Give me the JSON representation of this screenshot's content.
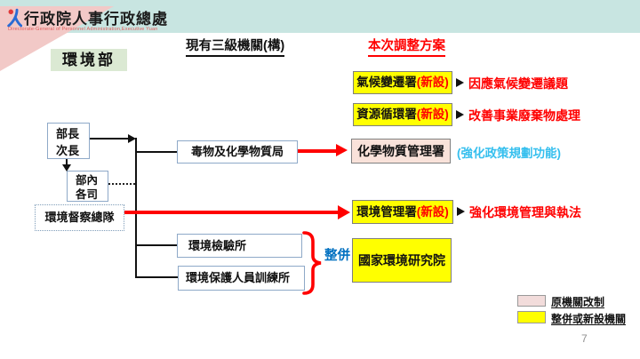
{
  "header": {
    "logo_title": "行政院人事行政總處",
    "logo_subtitle": "Directorate-General of Personnel Administration,Executive Yuan",
    "ministry_label": "環境部",
    "col_existing": "現有三級機關(構)",
    "col_plan": "本次調整方案"
  },
  "left_column": {
    "minister_line1": "部長",
    "minister_line2": "次長",
    "internal_line1": "部內",
    "internal_line2": "各司",
    "inspection": "環境督察總隊",
    "toxic_bureau": "毒物及化學物質局",
    "lab": "環境檢驗所",
    "training": "環境保護人員訓練所"
  },
  "right_column": {
    "climate": {
      "name": "氣候變遷署",
      "tag": "(新設)",
      "note": "因應氣候變遷議題"
    },
    "recycle": {
      "name": "資源循環署",
      "tag": "(新設)",
      "note": "改善事業廢棄物處理"
    },
    "chemical": {
      "name": "化學物質管理署",
      "note": "(強化政策規劃功能)"
    },
    "env_mgmt": {
      "name": "環境管理署",
      "tag": "(新設)",
      "note": "強化環境管理與執法"
    },
    "research": {
      "name": "國家環境研究院"
    },
    "merge_label": "整併"
  },
  "legend": {
    "items": [
      {
        "label": "原機關改制",
        "color": "#f2dcdb"
      },
      {
        "label": "整併或新設機關",
        "color": "#ffff00"
      }
    ]
  },
  "page_number": "7",
  "colors": {
    "teal_band": "#c8e5e1",
    "pink_accent_triangle": "#f2c9c7",
    "ministry_green": "#dbe9d3",
    "highlight_yellow": "#ffff00",
    "reclass_pink": "#f2dcdb",
    "note_cyan": "#35bfee",
    "merge_blue": "#0070c0",
    "arrow_red": "#ff0000",
    "box_border_blue": "#8ea9c8"
  }
}
